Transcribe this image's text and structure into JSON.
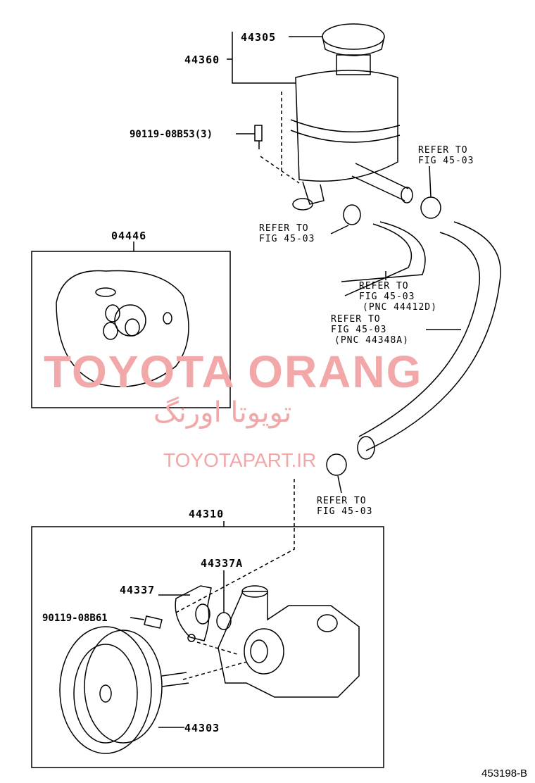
{
  "labels": {
    "p44305": "44305",
    "p44360": "44360",
    "p90119_08B53": "90119-08B53(3)",
    "p04446": "04446",
    "p44310": "44310",
    "p44337A": "44337A",
    "p44337": "44337",
    "p90119_08B61": "90119-08B61",
    "p44303": "44303"
  },
  "refs": [
    {
      "line1": "REFER TO",
      "line2": "FIG 45-03",
      "pnc": ""
    },
    {
      "line1": "REFER TO",
      "line2": "FIG 45-03",
      "pnc": ""
    },
    {
      "line1": "REFER TO",
      "line2": "FIG 45-03",
      "pnc": "(PNC 44412D)"
    },
    {
      "line1": "REFER TO",
      "line2": "FIG 45-03",
      "pnc": "(PNC 44348A)"
    },
    {
      "line1": "REFER TO",
      "line2": "FIG 45-03",
      "pnc": ""
    }
  ],
  "watermark": {
    "latin": "TOYOTA ORANG",
    "farsi": "تویوتا اورنگ",
    "site": "TOYOTAPART.IR"
  },
  "figure_id": "453198-B"
}
